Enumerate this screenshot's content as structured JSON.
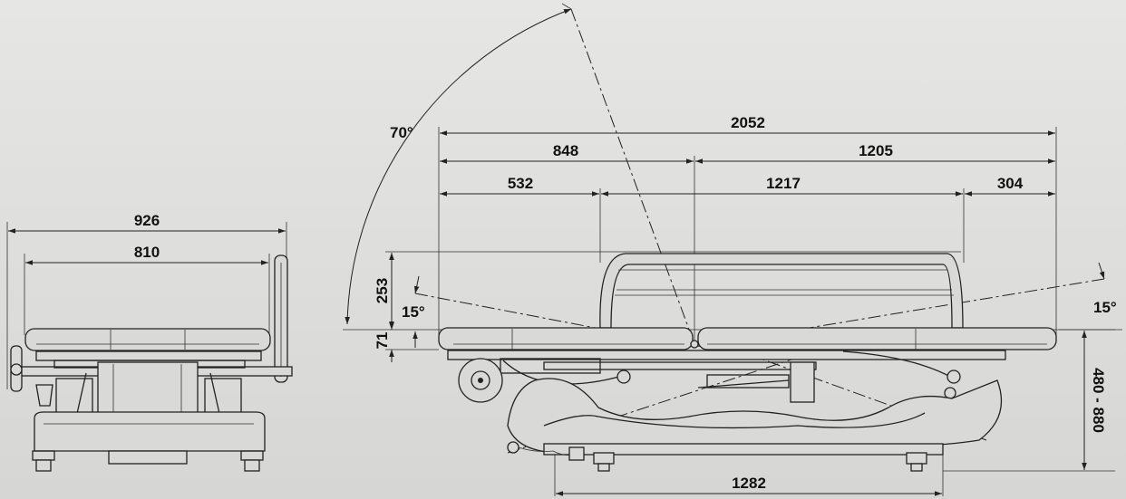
{
  "front_view": {
    "overall_width": "926",
    "mattress_width": "810"
  },
  "side_view": {
    "total_length": "2052",
    "head_section": "848",
    "foot_section": "1205",
    "back_section": "532",
    "seat_section": "1217",
    "leg_section": "304",
    "backrest_angle": "70°",
    "head_tilt": "15°",
    "foot_tilt": "15°",
    "rail_height": "253",
    "mattress_thickness": "71",
    "height_range": "480 - 880",
    "wheelbase": "1282"
  }
}
